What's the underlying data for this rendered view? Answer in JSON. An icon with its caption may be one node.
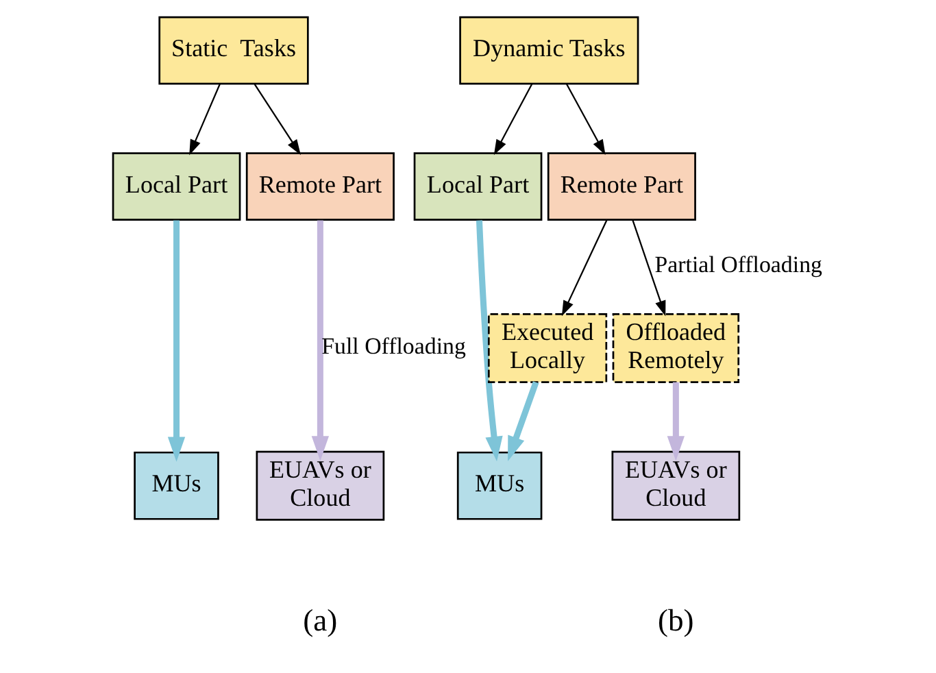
{
  "diagram": {
    "nodes": [
      {
        "text": [
          "Static  Tasks"
        ]
      },
      {
        "text": [
          "Local Part"
        ]
      },
      {
        "text": [
          "Remote Part"
        ]
      },
      {
        "text": [
          "MUs"
        ]
      },
      {
        "text": [
          "EUAVs or Cloud"
        ]
      },
      {
        "text": [
          "Dynamic Tasks"
        ]
      },
      {
        "text": [
          "Local Part"
        ]
      },
      {
        "text": [
          "Remote Part"
        ]
      },
      {
        "text": [
          "Executed Locally"
        ]
      },
      {
        "text": [
          "Offloaded Remotely"
        ]
      },
      {
        "text": [
          "MUs"
        ]
      },
      {
        "text": [
          "EUAVs or Cloud"
        ]
      }
    ],
    "edges": [
      {
        "from": 0,
        "to": 1,
        "arrow": "to"
      },
      {
        "from": 0,
        "to": 2,
        "arrow": "to"
      },
      {
        "from": 1,
        "to": 3,
        "arrow": "to",
        "style": "thick",
        "color": "#7ec4d8"
      },
      {
        "from": 2,
        "to": 4,
        "arrow": "to",
        "label": "Full Offloading",
        "style": "thick",
        "color": "#c3b6dc"
      },
      {
        "from": 5,
        "to": 6,
        "arrow": "to"
      },
      {
        "from": 5,
        "to": 7,
        "arrow": "to"
      },
      {
        "from": 6,
        "to": 10,
        "arrow": "to",
        "style": "thick",
        "color": "#7ec4d8"
      },
      {
        "from": 7,
        "to": 8,
        "arrow": "to"
      },
      {
        "from": 7,
        "to": 9,
        "arrow": "to",
        "label": "Partial Offloading"
      },
      {
        "from": 8,
        "to": 10,
        "arrow": "to",
        "style": "thick",
        "color": "#7ec4d8"
      },
      {
        "from": 9,
        "to": 11,
        "arrow": "to",
        "style": "thick",
        "color": "#c3b6dc"
      }
    ],
    "labels": [
      "(a)",
      "(b)"
    ]
  }
}
